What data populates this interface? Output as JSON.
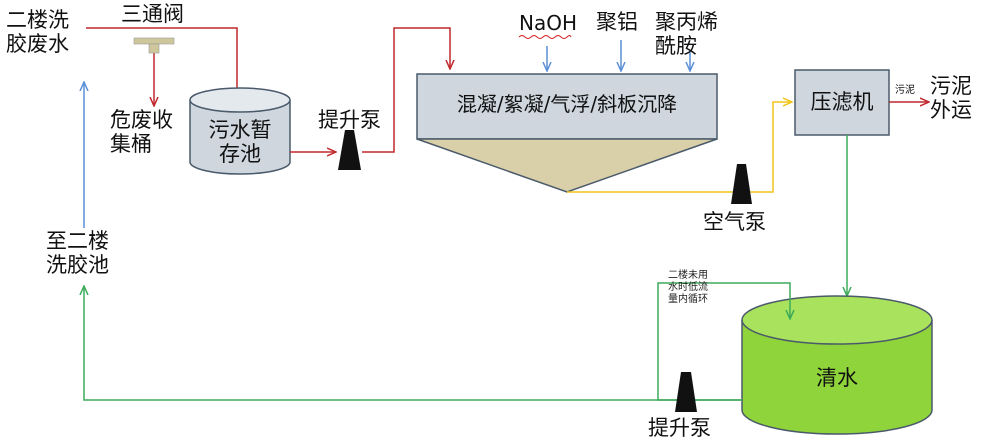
{
  "labels": {
    "source": "二楼洗\n胶废水",
    "three_way_valve": "三通阀",
    "hazardous_bucket": "危废收\n集桶",
    "temp_tank": "污水暂\n存池",
    "lift_pump_top": "提升泵",
    "naoh": "NaOH",
    "pac": "聚铝",
    "pam": "聚丙烯\n酰胺",
    "reactor": "混凝/絮凝/气浮/斜板沉降",
    "air_pump": "空气泵",
    "filter_press": "压滤机",
    "sludge_small": "污泥",
    "sludge_out": "污泥\n外运",
    "return_pool": "至二楼\n洗胶池",
    "recirc_note": "二楼未用\n水时低流\n量内循环",
    "clear_water": "清水",
    "lift_pump_bottom": "提升泵"
  },
  "colors": {
    "red_line": "#c0282d",
    "blue_line": "#5b8fd6",
    "yellow_line": "#f0c419",
    "green_line": "#3daa5a",
    "tank_gray": "#cfd6de",
    "clear_water_green": "#8fd43a",
    "sediment": "#d9cfa8",
    "pump_black": "#111111"
  }
}
